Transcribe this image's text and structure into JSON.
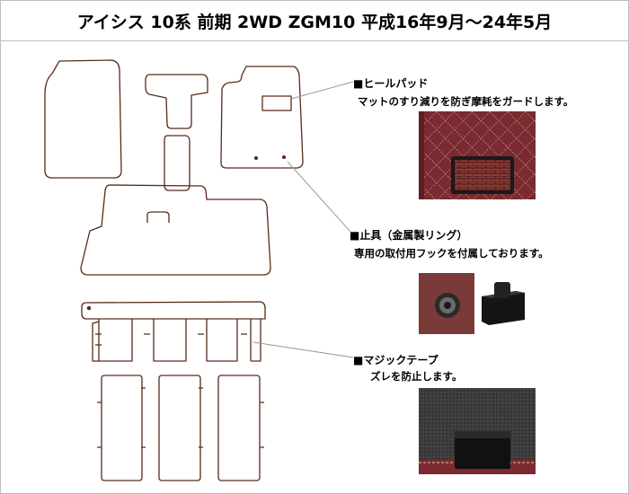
{
  "header": {
    "title": "アイシス 10系 前期 2WD ZGM10 平成16年9月～24年5月"
  },
  "features": [
    {
      "title": "■ヒールパッド",
      "desc": "マットのすり減りを防ぎ摩耗をガードします。"
    },
    {
      "title": "■止具（金属製リング）",
      "desc": "専用の取付用フックを付属しております。"
    },
    {
      "title": "■マジックテープ",
      "desc": "ズレを防止します。"
    }
  ],
  "colors": {
    "mat_outline": "#5a2a1a",
    "leader_line": "#999999",
    "photo_mat": "#7a2a30",
    "photo_stitch": "#d9c9a8",
    "photo_pad": "#8c3a34",
    "photo_carpet": "#3a3a3a",
    "photo_velcro": "#111111"
  }
}
